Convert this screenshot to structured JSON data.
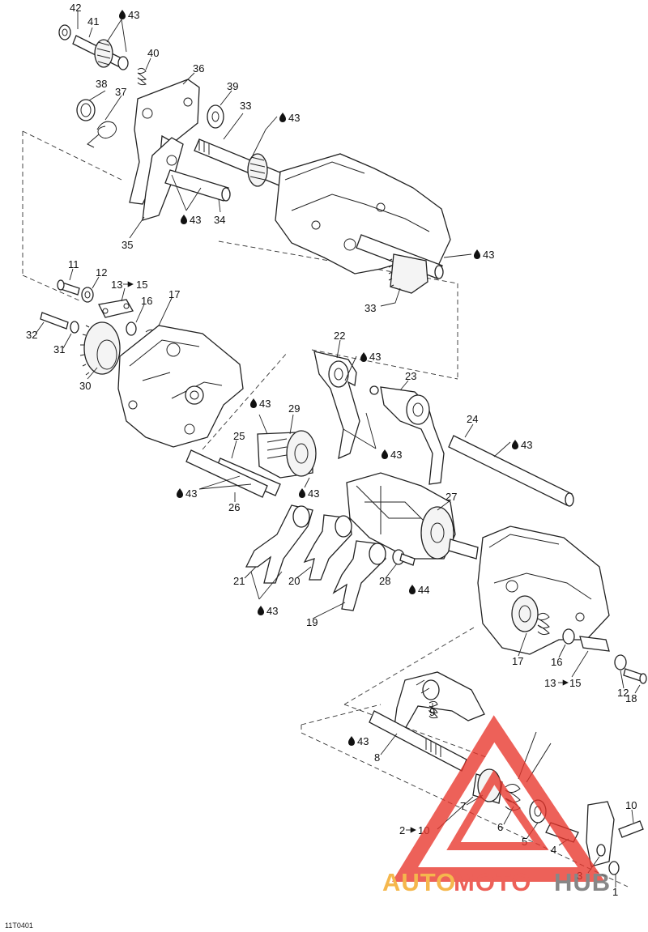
{
  "drawing_code": "11T0401",
  "watermark": {
    "brand_a": "AUTO",
    "brand_b": "MOTO",
    "brand_c": "HUB",
    "color_red": "#e8352b",
    "color_orange": "#f3a41c",
    "color_gray": "#666666"
  },
  "lube_symbol": "oil-drop-icon",
  "callouts": [
    {
      "id": "c42",
      "text": "42"
    },
    {
      "id": "c41",
      "text": "41"
    },
    {
      "id": "c43a",
      "text": "43"
    },
    {
      "id": "c40",
      "text": "40"
    },
    {
      "id": "c36",
      "text": "36"
    },
    {
      "id": "c38",
      "text": "38"
    },
    {
      "id": "c37",
      "text": "37"
    },
    {
      "id": "c39",
      "text": "39"
    },
    {
      "id": "c33a",
      "text": "33"
    },
    {
      "id": "c43b",
      "text": "43"
    },
    {
      "id": "c43c",
      "text": "43"
    },
    {
      "id": "c34",
      "text": "34"
    },
    {
      "id": "c35",
      "text": "35"
    },
    {
      "id": "c43d",
      "text": "43"
    },
    {
      "id": "c33b",
      "text": "33"
    },
    {
      "id": "c11",
      "text": "11"
    },
    {
      "id": "c12a",
      "text": "12"
    },
    {
      "id": "c13a",
      "text": "13"
    },
    {
      "id": "c15a",
      "text": "15"
    },
    {
      "id": "c17a",
      "text": "17"
    },
    {
      "id": "c16a",
      "text": "16"
    },
    {
      "id": "c32",
      "text": "32"
    },
    {
      "id": "c31",
      "text": "31"
    },
    {
      "id": "c30",
      "text": "30"
    },
    {
      "id": "c22",
      "text": "22"
    },
    {
      "id": "c43e",
      "text": "43"
    },
    {
      "id": "c23",
      "text": "23"
    },
    {
      "id": "c43f",
      "text": "43"
    },
    {
      "id": "c29",
      "text": "29"
    },
    {
      "id": "c24",
      "text": "24"
    },
    {
      "id": "c43g",
      "text": "43"
    },
    {
      "id": "c25",
      "text": "25"
    },
    {
      "id": "c43h",
      "text": "43"
    },
    {
      "id": "c43i",
      "text": "43"
    },
    {
      "id": "c43j",
      "text": "43"
    },
    {
      "id": "c26",
      "text": "26"
    },
    {
      "id": "c27",
      "text": "27"
    },
    {
      "id": "c21",
      "text": "21"
    },
    {
      "id": "c20",
      "text": "20"
    },
    {
      "id": "c28",
      "text": "28"
    },
    {
      "id": "c44",
      "text": "44"
    },
    {
      "id": "c43k",
      "text": "43"
    },
    {
      "id": "c19",
      "text": "19"
    },
    {
      "id": "c17b",
      "text": "17"
    },
    {
      "id": "c16b",
      "text": "16"
    },
    {
      "id": "c13b",
      "text": "13"
    },
    {
      "id": "c15b",
      "text": "15"
    },
    {
      "id": "c12b",
      "text": "12"
    },
    {
      "id": "c18",
      "text": "18"
    },
    {
      "id": "c9",
      "text": "9"
    },
    {
      "id": "c43l",
      "text": "43"
    },
    {
      "id": "c8",
      "text": "8"
    },
    {
      "id": "c7",
      "text": "7"
    },
    {
      "id": "c6",
      "text": "6"
    },
    {
      "id": "c5",
      "text": "5"
    },
    {
      "id": "c4",
      "text": "4"
    },
    {
      "id": "c2",
      "text": "2"
    },
    {
      "id": "c10a",
      "text": "10"
    },
    {
      "id": "c10b",
      "text": "10"
    },
    {
      "id": "c3",
      "text": "3"
    },
    {
      "id": "c1",
      "text": "1"
    }
  ]
}
